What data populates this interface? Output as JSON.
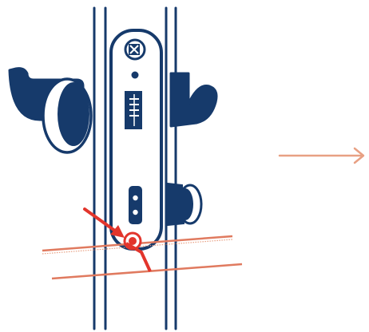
{
  "colors": {
    "navy": "#163a6b",
    "white": "#ffffff",
    "red": "#e2352c",
    "salmon": "#e8a083",
    "salmon_line": "#e07a5f"
  },
  "parts": {
    "lock_body": "mortise-lock-body",
    "handles": "lever-handles",
    "thumb_turn": "thumb-turn",
    "screw": "faceplate-screw",
    "latch": "latch-bolt",
    "deadbolt": "deadbolt-cutout",
    "cut_point": "red-cut-mark",
    "cut_band": "cut-band",
    "direction": "arrow-right"
  }
}
